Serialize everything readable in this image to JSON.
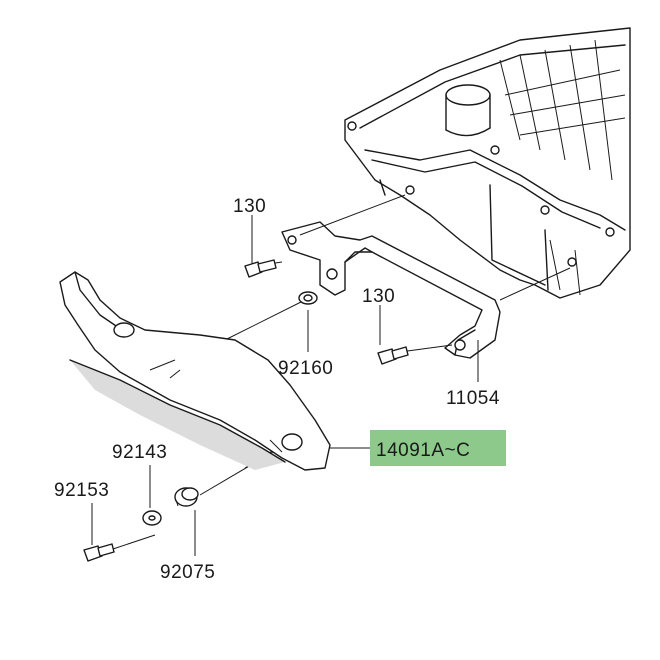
{
  "labels": {
    "bolt_upper": "130",
    "bolt_mid": "130",
    "damper_upper": "92160",
    "bracket": "11054",
    "cover": "14091A~C",
    "washer": "92143",
    "bolt_lower": "92153",
    "damper_lower": "92075"
  },
  "highlight_color": "#8cc98a"
}
